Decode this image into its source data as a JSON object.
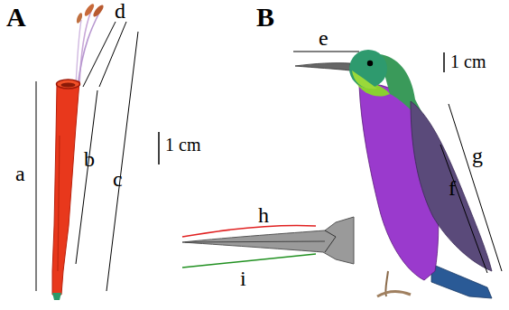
{
  "diagram": {
    "labels": [
      "A",
      "B",
      "a",
      "b",
      "c",
      "d",
      "e",
      "f",
      "g",
      "h",
      "i",
      "1 cm",
      "1 cm"
    ]
  }
}
